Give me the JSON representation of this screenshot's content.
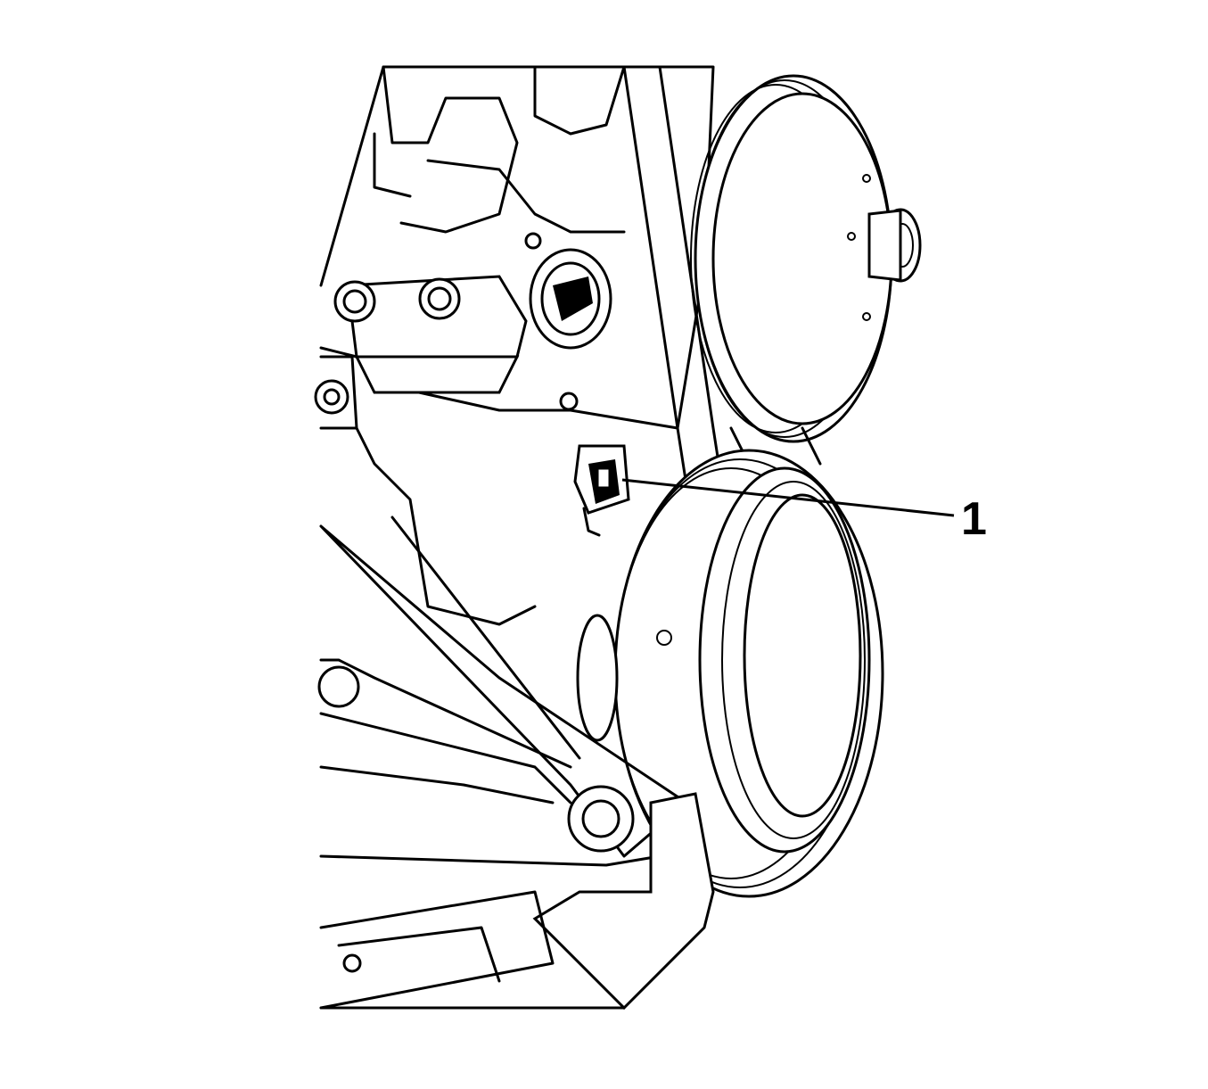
{
  "diagram": {
    "subject": "engine front accessory drive with component callout",
    "callouts": [
      {
        "number": "1",
        "target": "sensor connector near belt idler/pulley"
      }
    ],
    "colors": {
      "line": "#000000",
      "background": "#ffffff"
    }
  }
}
